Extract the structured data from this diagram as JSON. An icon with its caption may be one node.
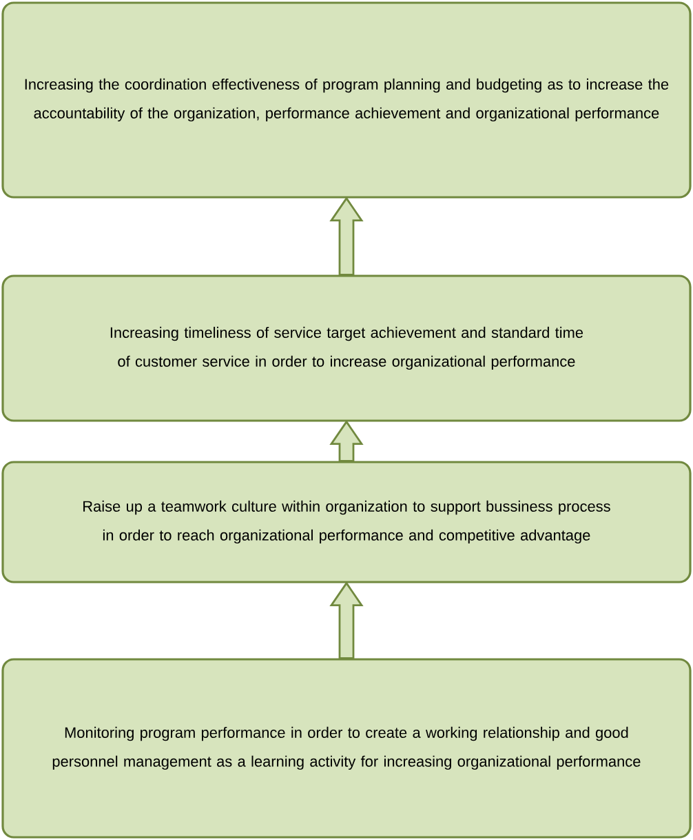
{
  "diagram": {
    "nodes": [
      {
        "text": [
          "Increasing the coordination effectiveness of program planning and budgeting as to increase the accountability of the organization, performance achievement and organizational performance"
        ]
      },
      {
        "text": [
          "Increasing timeliness of service target achievement and standard time of customer service in order to increase organizational performance"
        ]
      },
      {
        "text": [
          "Raise up a teamwork  culture within organization to support bussiness process in order to reach organizational performance and competitive advantage"
        ]
      },
      {
        "text": [
          "Monitoring program performance in order to create a working relationship and good personnel management as a learning activity for increasing organizational performance"
        ]
      }
    ],
    "edges": [
      {
        "from": 3,
        "to": 2,
        "arrow": "to"
      },
      {
        "from": 2,
        "to": 1,
        "arrow": "to"
      },
      {
        "from": 1,
        "to": 0,
        "arrow": "to"
      }
    ]
  }
}
